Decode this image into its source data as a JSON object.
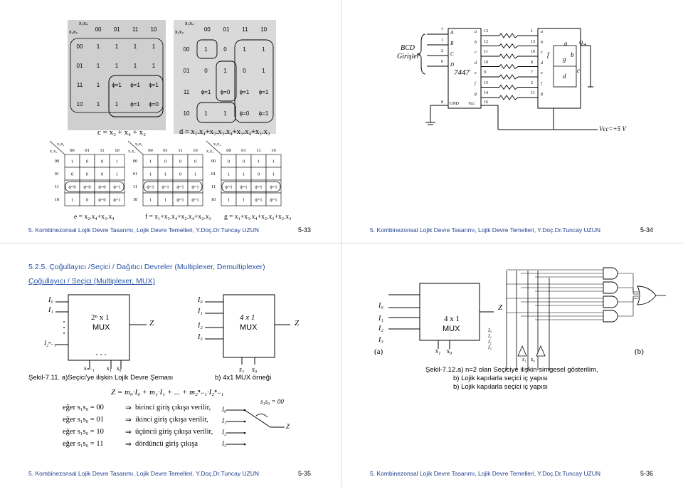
{
  "footer": {
    "course": "5. Kombinezonsal Lojik Devre Tasarımı, Lojik Devre Temelleri",
    "author": ", Y.Doç.Dr.Tuncay UZUN",
    "pages": [
      "5-33",
      "5-34",
      "5-35",
      "5-36"
    ]
  },
  "slide33": {
    "map_c": {
      "row_var": "x₁x₂",
      "col_var": "x₃x₄",
      "col_codes": [
        "00",
        "01",
        "11",
        "10"
      ],
      "rows": [
        {
          "code": "00",
          "cells": [
            "1",
            "1",
            "1",
            "1"
          ]
        },
        {
          "code": "01",
          "cells": [
            "1",
            "1",
            "1",
            "1"
          ]
        },
        {
          "code": "11",
          "cells": [
            "1",
            "ϕ=1",
            "ϕ=1",
            "ϕ=1"
          ]
        },
        {
          "code": "10",
          "cells": [
            "1",
            "1",
            "ϕ=1",
            "ϕ=0"
          ]
        }
      ],
      "formula": "c = x₃ + x₄ + x₂"
    },
    "map_d": {
      "row_var": "x₁x₂",
      "col_var": "x₃x₄",
      "col_codes": [
        "00",
        "01",
        "11",
        "10"
      ],
      "rows": [
        {
          "code": "00",
          "cells": [
            "1",
            "0",
            "1",
            "1"
          ]
        },
        {
          "code": "01",
          "cells": [
            "0",
            "1",
            "0",
            "1"
          ]
        },
        {
          "code": "11",
          "cells": [
            "ϕ=1",
            "ϕ=0",
            "ϕ=1",
            "ϕ=1"
          ]
        },
        {
          "code": "10",
          "cells": [
            "1",
            "1",
            "ϕ=0",
            "ϕ=1"
          ]
        }
      ],
      "formula": "d = x₂.x₄+x₂.x₃.x₄+x₃.x₄+x₃.x₂"
    },
    "map_e": {
      "row_var": "x₁x₂",
      "col_var": "x₃x₄",
      "col_codes": [
        "00",
        "01",
        "11",
        "10"
      ],
      "rows": [
        {
          "code": "00",
          "cells": [
            "1",
            "0",
            "0",
            "1"
          ]
        },
        {
          "code": "01",
          "cells": [
            "0",
            "0",
            "0",
            "1"
          ]
        },
        {
          "code": "11",
          "cells": [
            "ϕ=0",
            "ϕ=0",
            "ϕ=0",
            "ϕ=1"
          ]
        },
        {
          "code": "10",
          "cells": [
            "1",
            "0",
            "ϕ=0",
            "ϕ=1"
          ]
        }
      ],
      "formula": "e = x₂.x₄+x₃.x₄"
    },
    "map_f": {
      "row_var": "x₁x₂",
      "col_var": "x₃x₄",
      "col_codes": [
        "00",
        "01",
        "11",
        "10"
      ],
      "rows": [
        {
          "code": "00",
          "cells": [
            "1",
            "0",
            "0",
            "0"
          ]
        },
        {
          "code": "01",
          "cells": [
            "1",
            "1",
            "0",
            "1"
          ]
        },
        {
          "code": "11",
          "cells": [
            "ϕ=1",
            "ϕ=1",
            "ϕ=1",
            "ϕ=1"
          ]
        },
        {
          "code": "10",
          "cells": [
            "1",
            "1",
            "ϕ=1",
            "ϕ=1"
          ]
        }
      ],
      "formula": "f = x₁+x₃.x₄+x₂.x₄+x₂.x₃"
    },
    "map_g": {
      "row_var": "x₁x₂",
      "col_var": "x₃x₄",
      "col_codes": [
        "00",
        "01",
        "11",
        "10"
      ],
      "rows": [
        {
          "code": "00",
          "cells": [
            "0",
            "0",
            "1",
            "1"
          ]
        },
        {
          "code": "01",
          "cells": [
            "1",
            "1",
            "0",
            "1"
          ]
        },
        {
          "code": "11",
          "cells": [
            "ϕ=1",
            "ϕ=1",
            "ϕ=1",
            "ϕ=1"
          ]
        },
        {
          "code": "10",
          "cells": [
            "1",
            "1",
            "ϕ=1",
            "ϕ=1"
          ]
        }
      ],
      "formula": "g = x₁+x₃.x₄+x₂.x₃+x₂.x₃"
    }
  },
  "slide34": {
    "bcd_label_1": "BCD",
    "bcd_label_2": "Girişler",
    "chip": "7447",
    "inputs": [
      "A",
      "B",
      "C",
      "D"
    ],
    "input_pins": [
      "7",
      "1",
      "2",
      "6"
    ],
    "outputs": [
      "a",
      "b",
      "c",
      "d",
      "e",
      "f",
      "g"
    ],
    "output_pins": [
      "13",
      "12",
      "11",
      "10",
      "9",
      "15",
      "14"
    ],
    "display_pins": [
      "1",
      "13",
      "10",
      "8",
      "7",
      "2",
      "11"
    ],
    "display_segments": [
      "a",
      "b",
      "c",
      "d",
      "e",
      "f",
      "g"
    ],
    "gnd_pin": "8",
    "gnd": "GND",
    "vcc": "Vcc",
    "vcc_pin": "16",
    "supply": "Vcc=+5 V",
    "q_pin": "14",
    "q_label": "Q"
  },
  "slide35": {
    "title": "5.2.5. Çoğullayıcı /Seçici / Dağıtıcı Devreler (Multiplexer, Demultiplexer)",
    "subtitle": "Çoğullayıcı / Seçici (Multiplexer, MUX)",
    "mux_a_line1": "2ⁿ x 1",
    "mux_a_line2": "MUX",
    "mux_a_inputs": [
      "I₀",
      "I₁",
      "I₂ⁿ₋₁"
    ],
    "mux_a_selects": [
      "sₙ₋₁",
      "s₁",
      "s₀"
    ],
    "mux_b_line1": "4 x 1",
    "mux_b_line2": "MUX",
    "mux_b_inputs": [
      "I₀",
      "I₁",
      "I₂",
      "I₃"
    ],
    "mux_b_selects": [
      "s₁",
      "s₀"
    ],
    "output": "Z",
    "fig_caption_a": "Şekil-7.11.   a)Seçici'ye ilişkin Lojik Devre Şeması",
    "fig_caption_b": "b) 4x1 MUX örneği",
    "equation": "Z = m₀·I₀ + m₁·I₁ + ... + m₂ⁿ₋₁·I₂ⁿ₋₁",
    "rules": [
      {
        "cond": "eğer  s₁s₀ = 00",
        "text": "birinci giriş çıkışa verilir,"
      },
      {
        "cond": "eğer  s₁s₀ = 01",
        "text": "ikinci giriş çıkışa verilir,"
      },
      {
        "cond": "eğer  s₁s₀ = 10",
        "text": "üçüncü giriş çıkışa verilir,"
      },
      {
        "cond": "eğer  s₁s₀ = 11",
        "text": "dördüncü giriş çıkışa"
      }
    ],
    "switch_label": "s₁s₀ = 00",
    "switch_inputs": [
      "I₀",
      "I₁",
      "I₂",
      "I₃"
    ]
  },
  "slide36": {
    "mux_line1": "4 x 1",
    "mux_line2": "MUX",
    "inputs": [
      "I₀",
      "I₁",
      "I₂",
      "I₃"
    ],
    "selects": [
      "s₁",
      "s₀"
    ],
    "output": "Z",
    "tag_a": "(a)",
    "tag_b": "(b)",
    "caption": [
      "Şekil-7.12.a) n=2 olan Seçiciye ilişkin simgesel gösterilim,",
      "b) Lojik kapılarla seçici iç yapısı",
      "b) Lojik kapılarla seçici iç yapısı"
    ]
  }
}
